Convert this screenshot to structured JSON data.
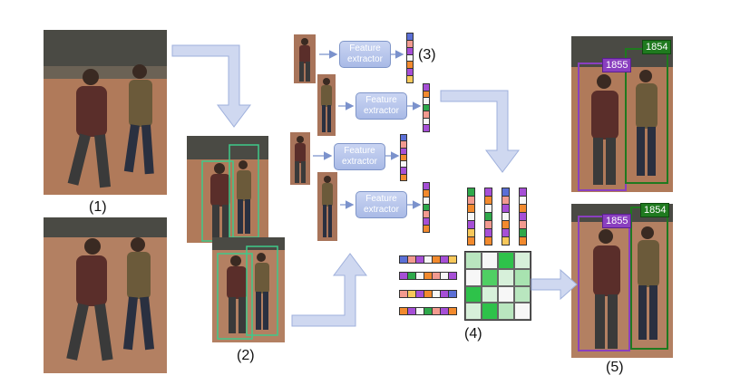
{
  "labels": {
    "step1": "(1)",
    "step2": "(2)",
    "step3": "(3)",
    "step4": "(4)",
    "step5": "(5)"
  },
  "feature_extractor": {
    "line1": "Feature",
    "line2": "extractor"
  },
  "ids": {
    "left_person": "1855",
    "right_person": "1854"
  },
  "colors": {
    "arrow": "#cfd8f0",
    "arrow_stroke": "#7b92cc",
    "box_green": "#3ec98a",
    "id_purple": "#8a3fbf",
    "id_green": "#1f7a1f",
    "pavement": "#b07a5a",
    "shirt_dark": "#5a2e2a",
    "shirt_olive": "#6b5a3a"
  },
  "feature_vectors": {
    "vertical_small": [
      [
        "#5b6fd6",
        "#f29a8f",
        "#a64fd6",
        "#f7f7f7",
        "#f28a2e",
        "#a64fd6",
        "#f7c85a"
      ],
      [
        "#a64fd6",
        "#f28a2e",
        "#f7f7f7",
        "#2ea84a",
        "#f29a8f",
        "#f7f7f7",
        "#a64fd6"
      ],
      [
        "#5b6fd6",
        "#f29a8f",
        "#a64fd6",
        "#f28a2e",
        "#f7f7f7",
        "#a64fd6",
        "#f28a2e"
      ],
      [
        "#a64fd6",
        "#f28a2e",
        "#f7f7f7",
        "#2ea84a",
        "#f29a8f",
        "#a64fd6",
        "#f28a2e"
      ]
    ],
    "matrix_rows": [
      [
        "#5b6fd6",
        "#f29a8f",
        "#a64fd6",
        "#f7f7f7",
        "#f28a2e",
        "#a64fd6",
        "#f7c85a"
      ],
      [
        "#a64fd6",
        "#2ea84a",
        "#f7f7f7",
        "#f28a2e",
        "#f29a8f",
        "#f7f7f7",
        "#a64fd6"
      ],
      [
        "#f29a8f",
        "#f7c85a",
        "#a64fd6",
        "#f28a2e",
        "#f7f7f7",
        "#a64fd6",
        "#5b6fd6"
      ],
      [
        "#f28a2e",
        "#a64fd6",
        "#f7f7f7",
        "#2ea84a",
        "#f29a8f",
        "#a64fd6",
        "#f28a2e"
      ]
    ],
    "matrix_cols": [
      [
        "#2ea84a",
        "#f29a8f",
        "#f28a2e",
        "#f7f7f7",
        "#a64fd6",
        "#f7c85a",
        "#f28a2e"
      ],
      [
        "#a64fd6",
        "#f28a2e",
        "#f7f7f7",
        "#2ea84a",
        "#f29a8f",
        "#a64fd6",
        "#f28a2e"
      ],
      [
        "#5b6fd6",
        "#f29a8f",
        "#a64fd6",
        "#f7f7f7",
        "#f28a2e",
        "#a64fd6",
        "#f7c85a"
      ],
      [
        "#a64fd6",
        "#f7f7f7",
        "#f28a2e",
        "#a64fd6",
        "#f29a8f",
        "#2ea84a",
        "#f28a2e"
      ]
    ]
  },
  "matrix_cells": [
    "#b9e6bf",
    "#f7f7f7",
    "#2ec24a",
    "#d7f0da",
    "#f7f7f7",
    "#4fcf63",
    "#d7f0da",
    "#a8e3b0",
    "#2ec24a",
    "#d7f0da",
    "#f7f7f7",
    "#b9e6bf",
    "#d7f0da",
    "#2ec24a",
    "#b9e6bf",
    "#f7f7f7"
  ]
}
